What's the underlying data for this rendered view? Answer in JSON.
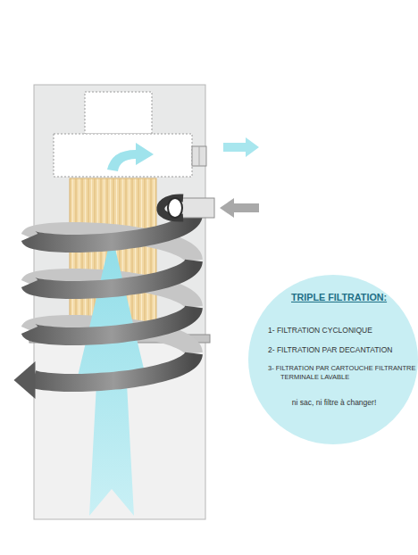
{
  "diagram": {
    "nodes": [
      {
        "text": [
          "TRIPLE FILTRATION:",
          "1- FILTRATION CYCLONIQUE",
          "2- FILTRATION PAR DECANTATION",
          "3- FILTRATION PAR CARTOUCHE FILTRANTRE TERMINALE LAVABLE",
          "ni sac, ni filtre à changer!"
        ]
      }
    ]
  }
}
